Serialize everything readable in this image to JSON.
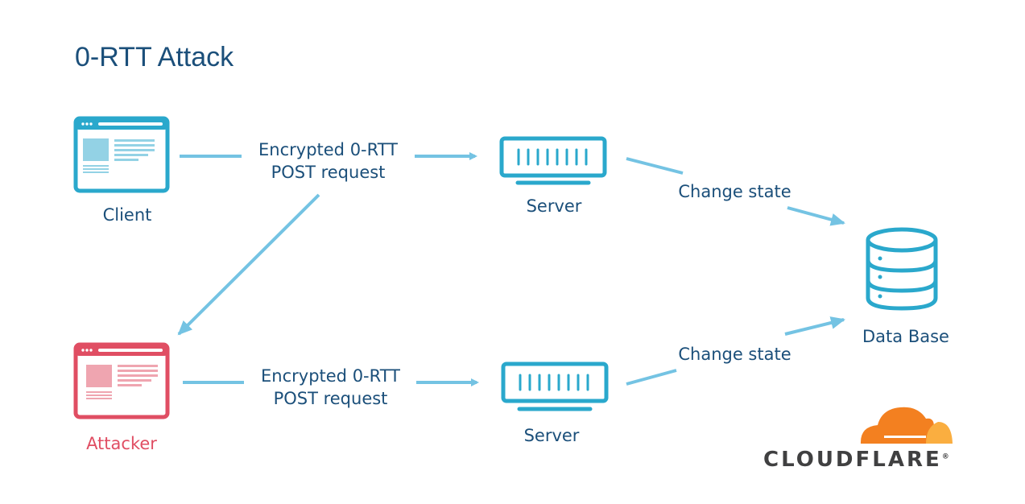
{
  "title": "0-RTT Attack",
  "nodes": {
    "client": {
      "label": "Client",
      "color": "#2aa8cc",
      "light": "#93d2e5"
    },
    "attacker": {
      "label": "Attacker",
      "color": "#e04e63",
      "light": "#efa5b0"
    },
    "server_top": {
      "label": "Server"
    },
    "server_bottom": {
      "label": "Server"
    },
    "database": {
      "label": "Data Base"
    }
  },
  "edges": {
    "client_to_server": {
      "line1": "Encrypted 0-RTT",
      "line2": "POST request"
    },
    "attacker_to_server": {
      "line1": "Encrypted 0-RTT",
      "line2": "POST request"
    },
    "server_top_to_db": {
      "label": "Change state"
    },
    "server_bottom_to_db": {
      "label": "Change state"
    }
  },
  "colors": {
    "arrow": "#74c3e3",
    "icon": "#2aa8cc",
    "text": "#1b4f7a",
    "attacker": "#e04e63",
    "cf_orange": "#f38020",
    "cf_light_orange": "#faae40",
    "cf_text": "#404041"
  },
  "logo": {
    "text": "CLOUDFLARE",
    "mark": "®"
  }
}
